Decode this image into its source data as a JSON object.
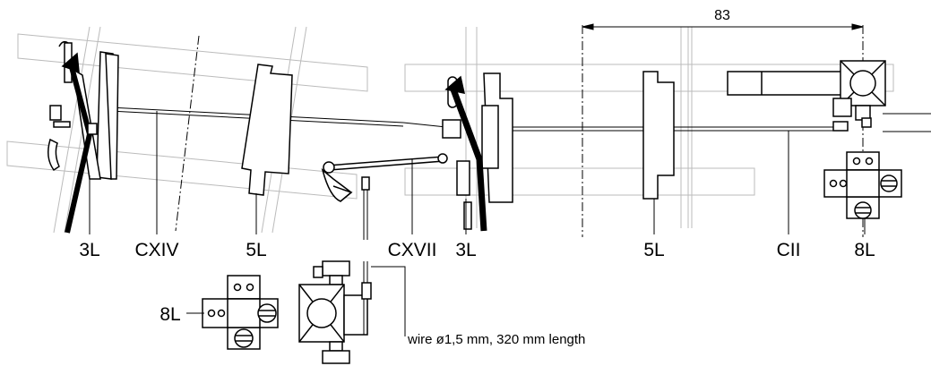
{
  "labels": {
    "dimension": "83",
    "signal_left": "3L",
    "rod_left": "CXIV",
    "bracket_left": "5L",
    "rod_mid": "CXVII",
    "signal_mid": "3L",
    "bracket_right": "5L",
    "rod_right": "CII",
    "lever_right": "8L",
    "lever_left": "8L",
    "wire_note": "wire ø1,5 mm, 320 mm length"
  }
}
